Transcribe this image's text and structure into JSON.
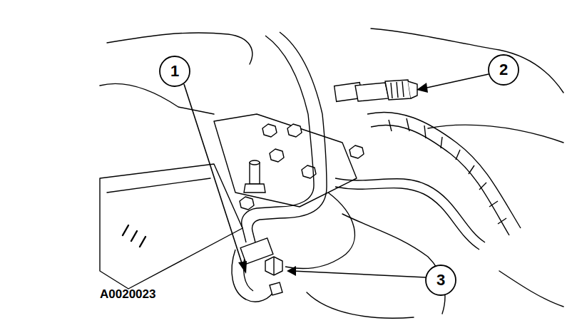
{
  "diagram": {
    "labels": [
      "1",
      "2",
      "3",
      "A0020023"
    ]
  }
}
